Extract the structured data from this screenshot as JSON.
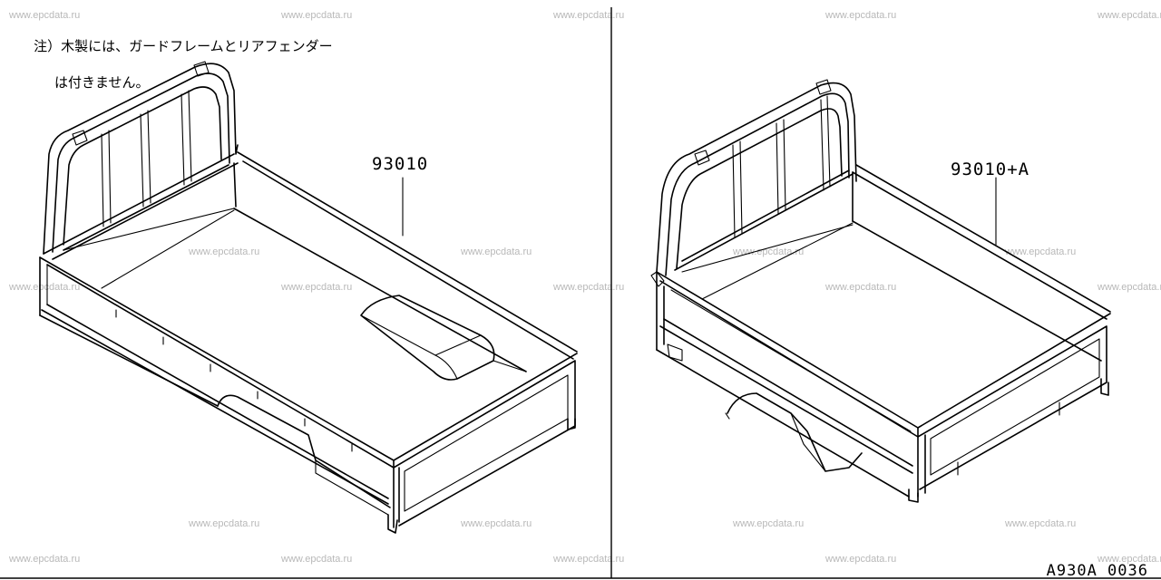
{
  "note": {
    "line1": "注）木製には、ガードフレームとリアフェンダー",
    "line2": "は付きません。"
  },
  "left_part": {
    "number": "93010"
  },
  "right_part": {
    "number": "93010+A"
  },
  "diagram_code": "A930A 0036",
  "watermark": {
    "text": "www.epcdata.ru",
    "color": "#b8b8b8"
  }
}
